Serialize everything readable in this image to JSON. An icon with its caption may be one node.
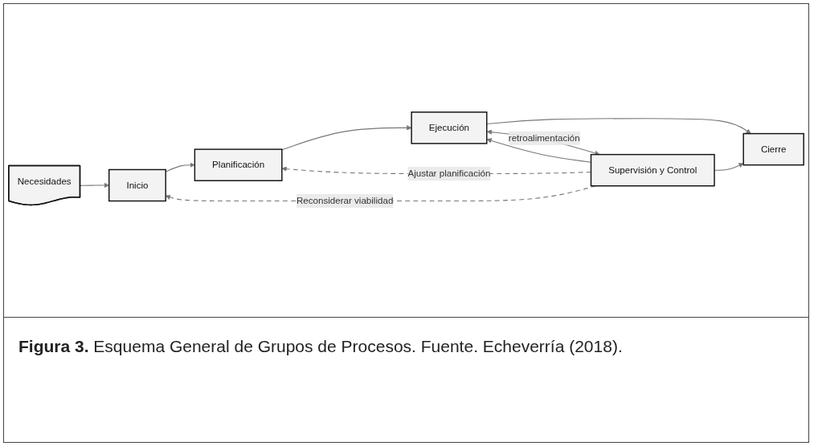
{
  "diagram": {
    "caption": "**Figura 3.** Esquema General de Grupos de Procesos. Fuente. Echeverría (2018).",
    "nodes": [
      {
        "text": [
          "Necesidades"
        ]
      },
      {
        "text": [
          "Inicio"
        ]
      },
      {
        "text": [
          "Planificación"
        ]
      },
      {
        "text": [
          "Ejecución"
        ]
      },
      {
        "text": [
          "Cierre"
        ]
      },
      {
        "text": [
          "Supervisión y Control"
        ]
      }
    ],
    "edges": [
      {
        "from": 0,
        "to": 1,
        "arrow": "to"
      },
      {
        "from": 1,
        "to": 2,
        "arrow": "to"
      },
      {
        "from": 2,
        "to": 3,
        "arrow": "to"
      },
      {
        "from": 3,
        "to": 4,
        "arrow": "to"
      },
      {
        "from": 5,
        "to": 3,
        "arrow": "to"
      },
      {
        "from": 5,
        "to": 4,
        "arrow": "to"
      },
      {
        "from": 3,
        "to": 5,
        "arrow": "both",
        "label": "retroalimentación"
      },
      {
        "from": 5,
        "to": 2,
        "arrow": "to",
        "label": "Ajustar planificación",
        "style": "dashed"
      },
      {
        "from": 5,
        "to": 1,
        "arrow": "to",
        "label": "Reconsiderar viabilidad",
        "style": "dashed"
      }
    ]
  }
}
